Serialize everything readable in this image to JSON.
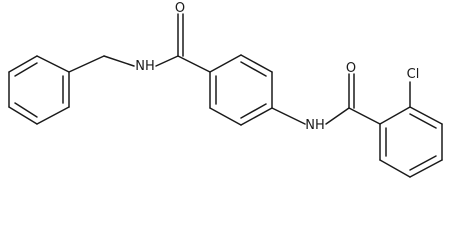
{
  "structure": {
    "atom_labels": {
      "amide_o_1": "O",
      "amide_nh_1": "NH",
      "amide_nh_2": "NH",
      "amide_o_2": "O",
      "chloro": "Cl"
    },
    "colors": {
      "bond": "#1a1a1a",
      "label": "#1a1a1a",
      "background": "#ffffff"
    }
  }
}
